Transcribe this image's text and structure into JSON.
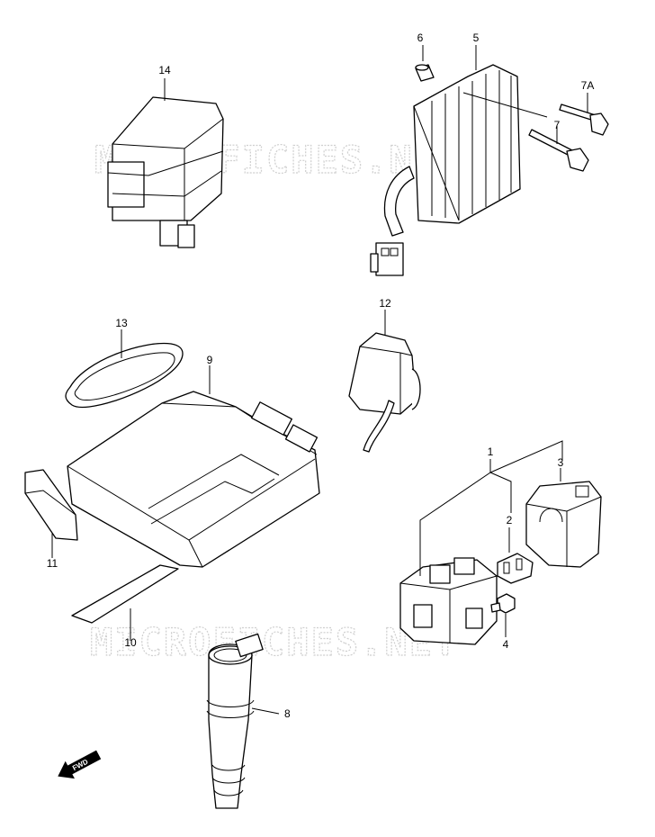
{
  "watermark": {
    "text": "MICROFICHES.NET"
  },
  "callouts": {
    "p1": "1",
    "p2": "2",
    "p3": "3",
    "p4": "4",
    "p5": "5",
    "p6": "6",
    "p7": "7",
    "p7a": "7A",
    "p8": "8",
    "p9": "9",
    "p10": "10",
    "p11": "11",
    "p12": "12",
    "p13": "13",
    "p14": "14"
  },
  "direction": {
    "label": "FWD"
  }
}
